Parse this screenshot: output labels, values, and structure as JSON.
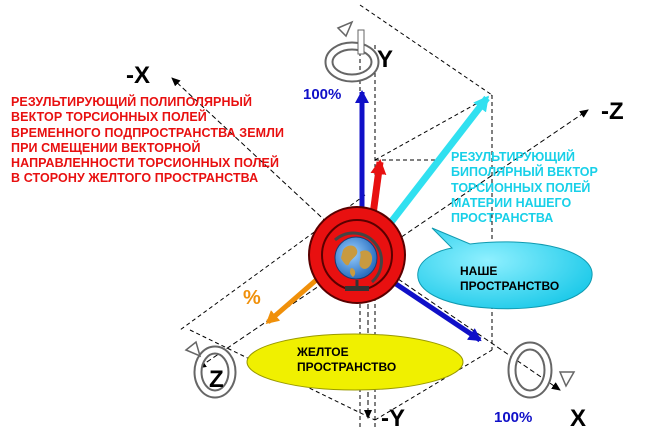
{
  "axes": {
    "neg_x": "-X",
    "pos_y": "Y",
    "neg_z": "-Z",
    "pos_z": "Z",
    "neg_y": "-Y",
    "pos_x": "X"
  },
  "percent_labels": {
    "y_axis": "100%",
    "x_axis": "100%",
    "orange": "%"
  },
  "text_blocks": {
    "red_vector": [
      "РЕЗУЛЬТИРУЮЩИЙ ПОЛИПОЛЯРНЫЙ",
      "ВЕКТОР ТОРСИОННЫХ ПОЛЕЙ",
      "ВРЕМЕННОГО ПОДПРОСТРАНСТВА ЗЕМЛИ",
      "ПРИ СМЕЩЕНИИ ВЕКТОРНОЙ",
      "НАПРАВЛЕННОСТИ ТОРСИОННЫХ ПОЛЕЙ",
      "В СТОРОНУ ЖЕЛТОГО ПРОСТРАНСТВА"
    ],
    "cyan_vector": [
      "РЕЗУЛЬТИРУЮЩИЙ",
      "БИПОЛЯРНЫЙ ВЕКТОР",
      "ТОРСИОННЫХ ПОЛЕЙ",
      "МАТЕРИИ НАШЕГО",
      "ПРОСТРАНСТВА"
    ]
  },
  "bubbles": {
    "our_space": [
      "НАШЕ",
      "ПРОСТРАНСТВО"
    ],
    "yellow_space": [
      "ЖЕЛТОЕ",
      "ПРОСТРАНСТВО"
    ]
  },
  "colors": {
    "red_vector": "#e81010",
    "cyan_vector": "#30e0f0",
    "blue_vector": "#1010c8",
    "orange_vector": "#f0900a",
    "our_space_bubble": "#30d8f0",
    "yellow_space_bubble": "#f0f000",
    "center_circle": "#e81010"
  },
  "icons": [
    "rotation-arrow-icon",
    "globe-icon"
  ]
}
